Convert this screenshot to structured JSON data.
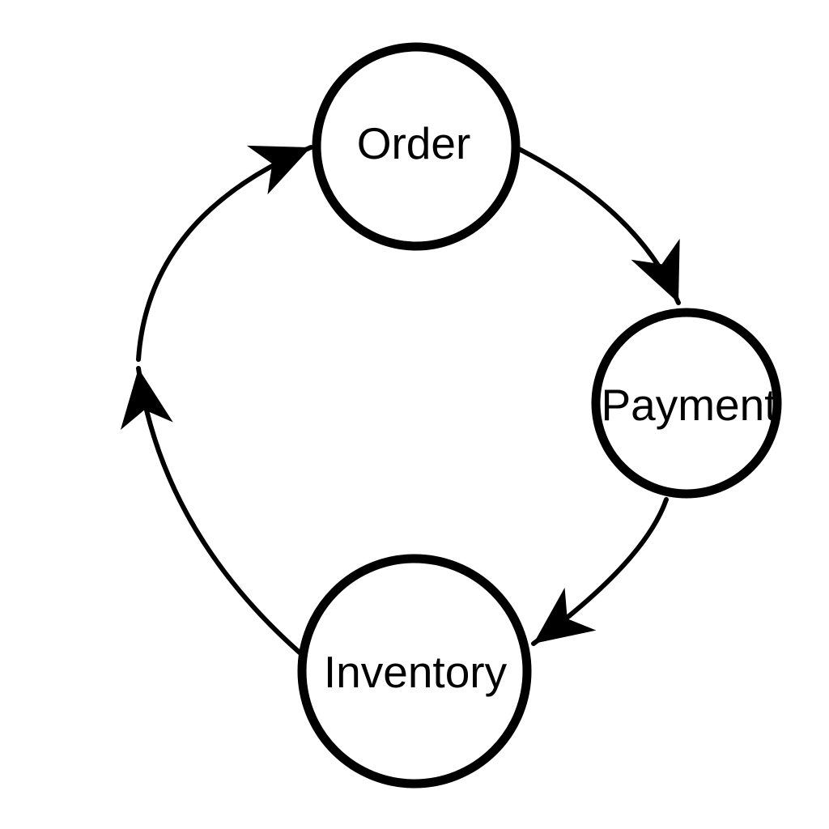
{
  "diagram": {
    "type": "cycle-flowchart",
    "background_color": "#ffffff",
    "stroke_color": "#000000",
    "text_color": "#000000",
    "nodes": [
      {
        "id": "order",
        "label": "Order"
      },
      {
        "id": "payment",
        "label": "Payment"
      },
      {
        "id": "inventory",
        "label": "Inventory"
      }
    ],
    "edges": [
      {
        "from": "Order",
        "to": "Payment",
        "direction": "clockwise"
      },
      {
        "from": "Payment",
        "to": "Inventory",
        "direction": "clockwise"
      },
      {
        "from": "Inventory",
        "to": "Order",
        "direction": "clockwise"
      }
    ]
  }
}
